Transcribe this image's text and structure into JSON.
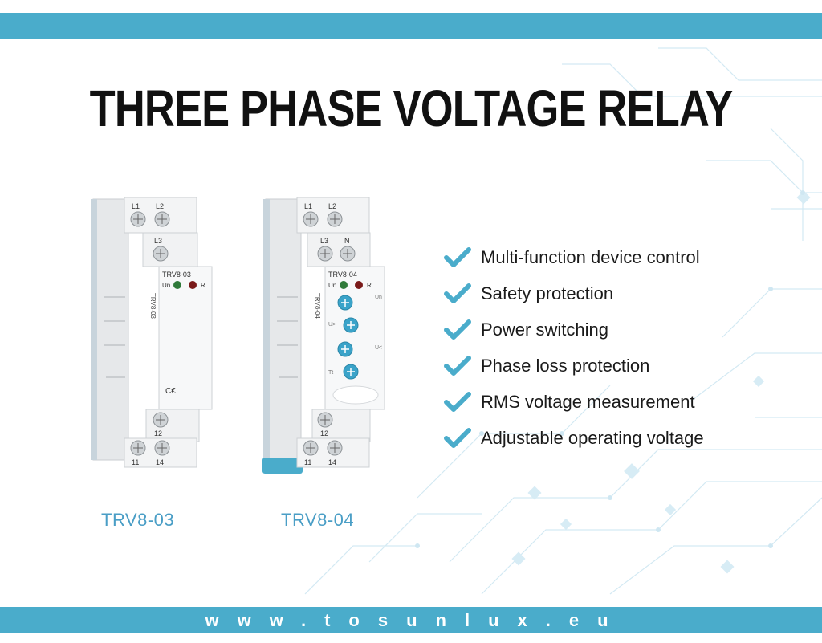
{
  "title": "THREE PHASE VOLTAGE RELAY",
  "accent_color": "#4aaccb",
  "products": [
    {
      "model_label": "TRV8-03",
      "front_model": "TRV8-03",
      "side_model": "TRV8-03",
      "top_terminals": [
        "L1",
        "L2"
      ],
      "mid_terminals": [
        "L3"
      ],
      "bottom_terminals": [
        "12",
        "11",
        "14"
      ],
      "led_un": "Un",
      "led_r": "R"
    },
    {
      "model_label": "TRV8-04",
      "front_model": "TRV8-04",
      "side_model": "TRV8-04",
      "top_terminals": [
        "L1",
        "L2"
      ],
      "mid_terminals": [
        "L3",
        "N"
      ],
      "bottom_terminals": [
        "12",
        "11",
        "14"
      ],
      "led_un": "Un",
      "led_r": "R",
      "dial_labels": [
        "Un",
        "U>",
        "U<",
        "Tt"
      ]
    }
  ],
  "features": [
    "Multi-function device control",
    "Safety protection",
    "Power switching",
    "Phase loss protection",
    "RMS voltage measurement",
    "Adjustable operating voltage"
  ],
  "website": "www.tosunlux.eu",
  "icons": {
    "feature_bullet": "check-icon"
  }
}
